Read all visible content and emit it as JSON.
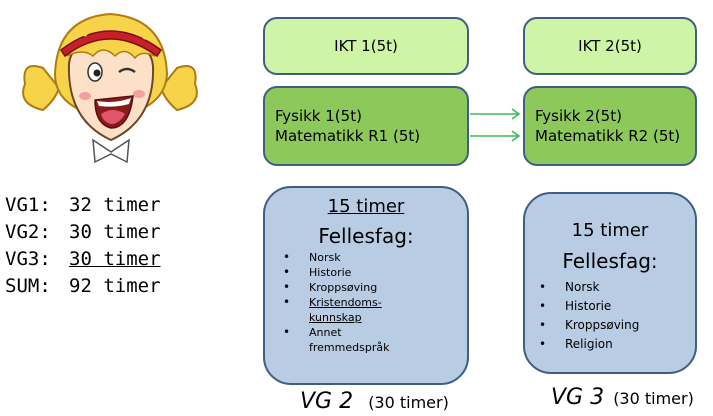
{
  "character": {
    "name": "girl-mascot"
  },
  "stats": [
    {
      "label": "VG1:",
      "value": "32 timer",
      "underline": false
    },
    {
      "label": "VG2:",
      "value": "30 timer",
      "underline": false
    },
    {
      "label": "VG3:",
      "value": "30 timer",
      "underline": true
    },
    {
      "label": "SUM:",
      "value": "92 timer",
      "underline": false
    }
  ],
  "vg2": {
    "ikt": "IKT 1(5t)",
    "science": [
      "Fysikk  1(5t)",
      "Matematikk R1 (5t)"
    ],
    "hours": "15 timer",
    "fellesfag": "Fellesfag:",
    "subjects": [
      "Norsk",
      "Historie",
      "Kroppsøving",
      "Kristendoms-kunnskap",
      "Annet fremmedspråk"
    ],
    "label_main": "VG 2",
    "label_sub": "(30 timer)"
  },
  "vg3": {
    "ikt": "IKT 2(5t)",
    "science": [
      "Fysikk  2(5t)",
      "Matematikk R2 (5t)"
    ],
    "hours": "15 timer",
    "fellesfag": "Fellesfag:",
    "subjects": [
      "Norsk",
      "Historie",
      "Kroppsøving",
      "Religion"
    ],
    "label_main": "VG 3",
    "label_sub": "(30 timer)"
  },
  "colors": {
    "ikt_fill": "#cef5a5",
    "science_fill": "#8dc95a",
    "fellesfag_fill": "#b8cce4",
    "border": "#3f5f82",
    "arrow": "#3dbb55"
  }
}
